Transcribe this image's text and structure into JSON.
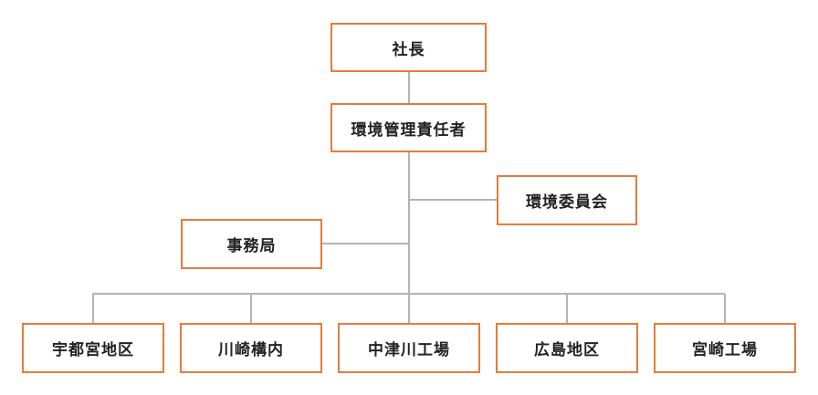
{
  "colors": {
    "box_border": "#E77A3C",
    "connector": "#B3B3B3",
    "text": "#222222"
  },
  "org_chart": {
    "president": "社長",
    "environmental_manager": "環境管理責任者",
    "environmental_committee": "環境委員会",
    "secretariat": "事務局",
    "sites": [
      "宇都宮地区",
      "川崎構内",
      "中津川工場",
      "広島地区",
      "宮崎工場"
    ]
  }
}
